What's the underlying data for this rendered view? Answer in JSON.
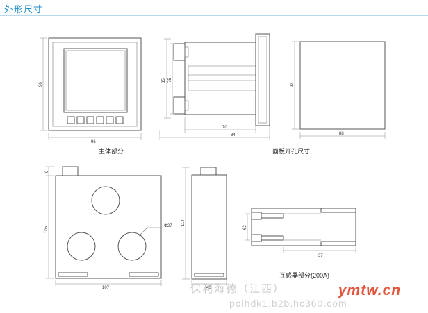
{
  "title": "外形尺寸",
  "captions": {
    "main_body": "主体部分",
    "panel_cutout": "面板开孔尺寸",
    "transformer": "互感器部分(200A)"
  },
  "dims": {
    "front_height": "96",
    "front_width": "96",
    "side_85": "85",
    "side_75": "75",
    "side_70": "70",
    "side_84": "84",
    "cutout_height": "92",
    "cutout_width": "88",
    "ct_9": "9",
    "ct_105": "105",
    "ct_107": "107",
    "ct_hole": "Φ27",
    "ct_114": "114",
    "ct_40": "40",
    "ct_62": "62",
    "ct_37": "37"
  },
  "watermark": {
    "company": "保利海德（江西）",
    "url": "polhdk1.b2b.hc360.com",
    "logo": "ymtw.cn"
  },
  "colors": {
    "title": "#1e8ec9",
    "logo": "#e0563d"
  }
}
